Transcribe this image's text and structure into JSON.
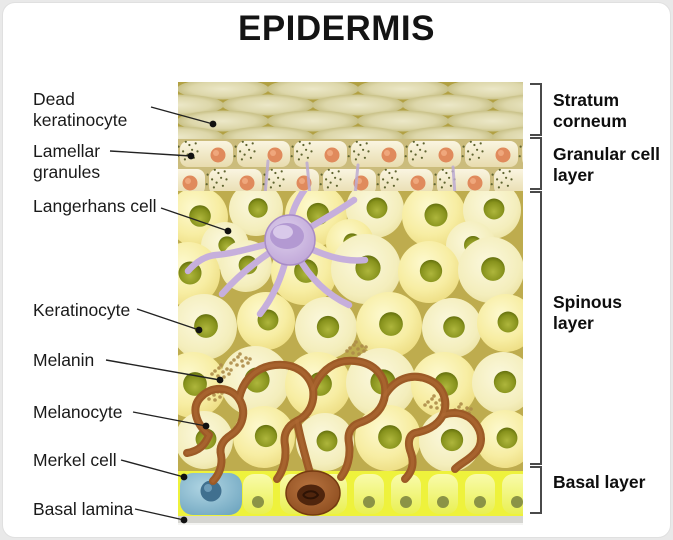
{
  "title": "EPIDERMIS",
  "left_labels": [
    {
      "id": "dead-keratinocyte",
      "text": "Dead keratinocyte"
    },
    {
      "id": "lamellar-granules",
      "text": "Lamellar granules"
    },
    {
      "id": "langerhans-cell",
      "text": "Langerhans cell"
    },
    {
      "id": "keratinocyte",
      "text": "Keratinocyte"
    },
    {
      "id": "melanin",
      "text": "Melanin"
    },
    {
      "id": "melanocyte",
      "text": "Melanocyte"
    },
    {
      "id": "merkel-cell",
      "text": "Merkel cell"
    },
    {
      "id": "basal-lamina",
      "text": "Basal lamina"
    }
  ],
  "layer_labels": [
    {
      "id": "stratum-corneum",
      "text": "Stratum corneum"
    },
    {
      "id": "granular-cell-layer",
      "text": "Granular cell layer"
    },
    {
      "id": "spinous-layer",
      "text": "Spinous layer"
    },
    {
      "id": "basal-layer",
      "text": "Basal layer"
    }
  ],
  "colors": {
    "corneum_bg": "#b2a143",
    "corneum_cell": "#e7e3c0",
    "granular_bg": "#cbbc7c",
    "granular_cell": "#f4eed2",
    "granular_nucleus": "#e08a5c",
    "granule_speckle": "#5f6430",
    "spinous_bg": "#beac4e",
    "keratinocyte_fill": "#f6eca0",
    "keratinocyte_nucleus": "#8b951d",
    "langerhans": "#c6afdc",
    "langerhans_outline": "#a88cc6",
    "melanin": "#ad8c49",
    "melanocyte": "#9c5a26",
    "basal_bg": "#eef23c",
    "basal_cell": "#f4f87e",
    "basal_nucleus": "#8b9346",
    "merkel": "#85bad2",
    "merkel_nucleus": "#40708f",
    "basal_lamina": "#d5d5d1",
    "pointer": "#222222",
    "bracket": "#4a4a4a",
    "text": "#1a1a1a"
  }
}
